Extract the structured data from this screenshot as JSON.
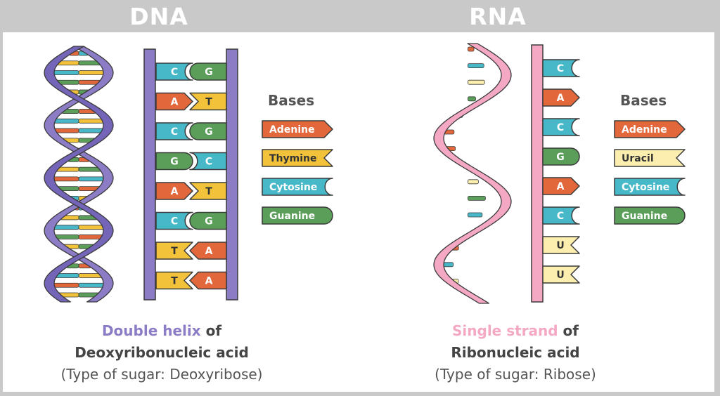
{
  "dna": {
    "title": "DNA",
    "pairs": [
      [
        "C",
        "G"
      ],
      [
        "A",
        "T"
      ],
      [
        "C",
        "G"
      ],
      [
        "G",
        "C"
      ],
      [
        "A",
        "T"
      ],
      [
        "C",
        "G"
      ],
      [
        "T",
        "A"
      ],
      [
        "T",
        "A"
      ]
    ],
    "legend_title": "Bases",
    "legend": [
      "Adenine",
      "Thymine",
      "Cytosine",
      "Guanine"
    ],
    "caption_highlight": "Double helix",
    "caption_of": " of",
    "caption_name": "Deoxyribonucleic acid",
    "caption_sugar": "(Type of sugar: Deoxyribose)"
  },
  "rna": {
    "title": "RNA",
    "bases": [
      "C",
      "A",
      "C",
      "G",
      "A",
      "C",
      "U",
      "U"
    ],
    "legend_title": "Bases",
    "legend": [
      "Adenine",
      "Uracil",
      "Cytosine",
      "Guanine"
    ],
    "caption_highlight": "Single strand",
    "caption_of": " of",
    "caption_name": "Ribonucleic acid",
    "caption_sugar": "(Type of sugar: Ribose)"
  },
  "colors": {
    "A": "#e2683c",
    "T": "#f2c23a",
    "U": "#fbeeae",
    "C": "#47b8c8",
    "G": "#5a9e5a",
    "dna_backbone": "#8c7cc6",
    "rna_backbone": "#f4a8c4",
    "header_bg": "#c9c9c9"
  }
}
